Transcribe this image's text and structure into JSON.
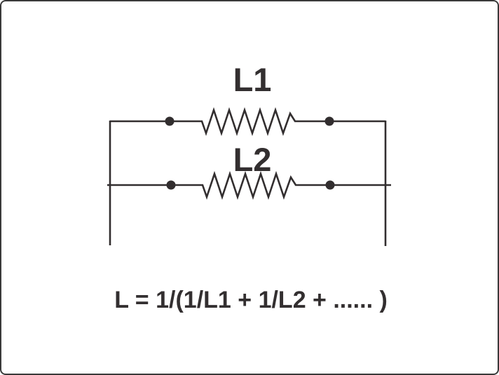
{
  "diagram": {
    "components": [
      {
        "label": "L1",
        "kind": "inductor"
      },
      {
        "label": "L2",
        "kind": "inductor"
      }
    ],
    "formula": "L = 1/(1/L1 + 1/L2 + ...... )",
    "colors": {
      "line": "#322e2f",
      "text": "#332f30",
      "border": "#3a3a3a",
      "background": "#ffffff"
    }
  }
}
